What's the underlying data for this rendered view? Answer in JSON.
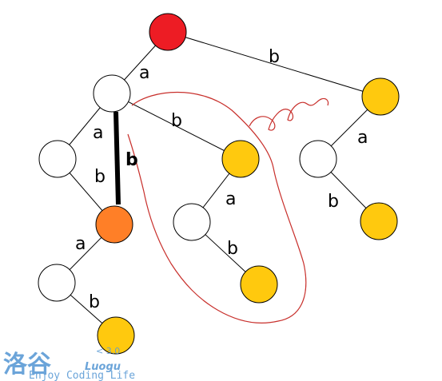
{
  "colors": {
    "red": "#ed1c24",
    "orange": "#ff7f27",
    "yellow": "#ffc90e",
    "white": "#ffffff",
    "annotation": "#c8302c",
    "watermark": "#5b9bd5"
  },
  "edge_labels": {
    "root_left": "a",
    "root_right": "b",
    "left_a": "a",
    "left_bold_b": "b",
    "left_b2": "b",
    "mid_b": "b",
    "mid_a": "a",
    "mid_b2": "b",
    "right_a": "a",
    "right_b": "b",
    "orange_a": "a",
    "bottom_b": "b"
  },
  "watermark": {
    "chinese": "洛谷",
    "version": "< 3.0",
    "brand_italic": "Luogu",
    "slogan": "Enjoy Coding Life"
  }
}
